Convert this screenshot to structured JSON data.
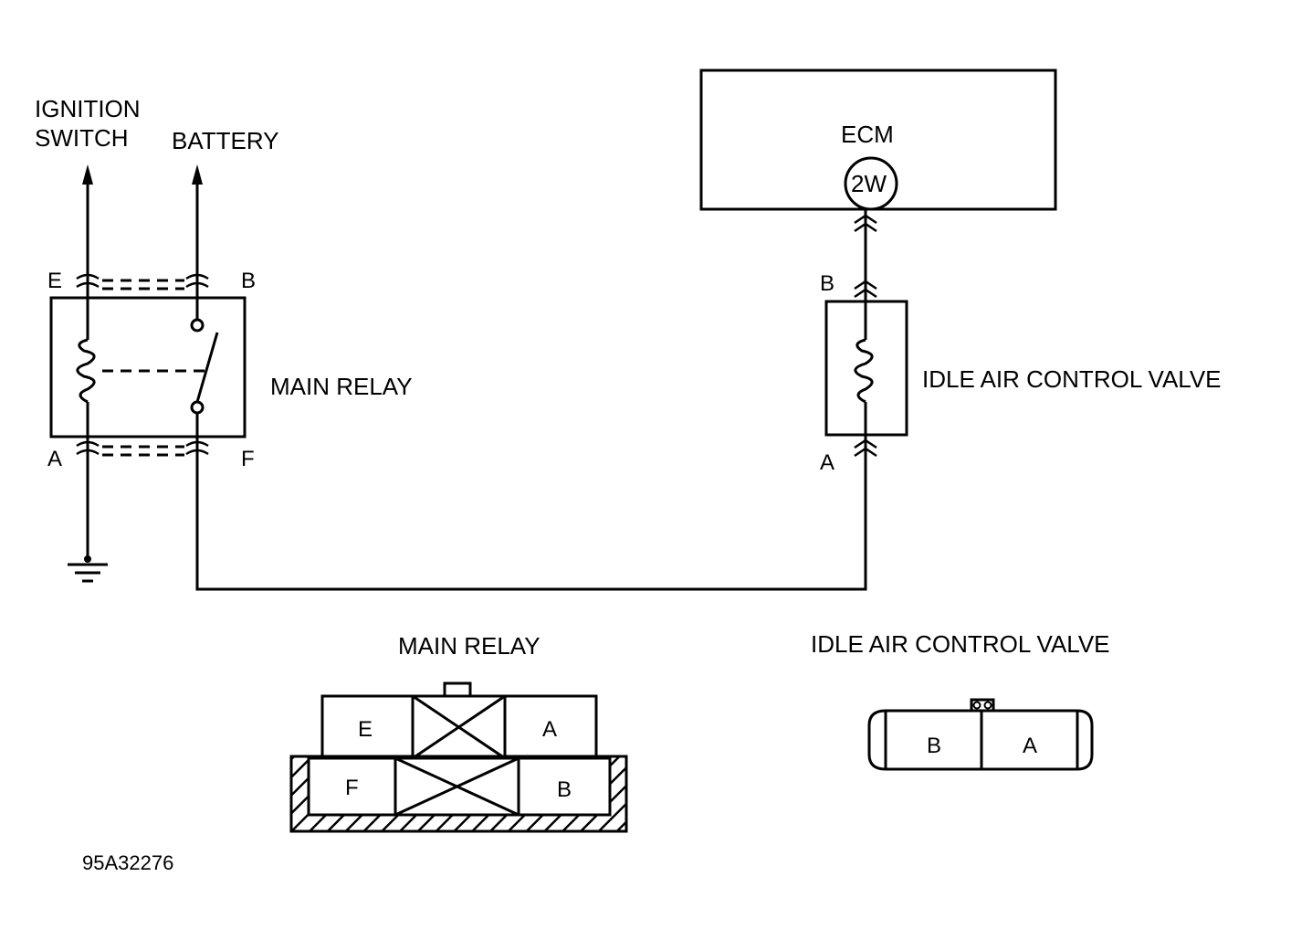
{
  "labels": {
    "ignition_switch_line1": "IGNITION",
    "ignition_switch_line2": "SWITCH",
    "battery": "BATTERY",
    "ecm": "ECM",
    "ecm_terminal": "2W",
    "main_relay": "MAIN RELAY",
    "iacv": "IDLE AIR CONTROL VALVE",
    "figure_id": "95A32276"
  },
  "relay_pins": {
    "e": "E",
    "b": "B",
    "a": "A",
    "f": "F"
  },
  "iacv_pins": {
    "b": "B",
    "a": "A"
  },
  "relay_connector": {
    "title": "MAIN RELAY",
    "top_row": [
      "E",
      "A"
    ],
    "bottom_row": [
      "F",
      "B"
    ]
  },
  "iacv_connector": {
    "title": "IDLE AIR CONTROL VALVE",
    "cells": [
      "B",
      "A"
    ]
  }
}
